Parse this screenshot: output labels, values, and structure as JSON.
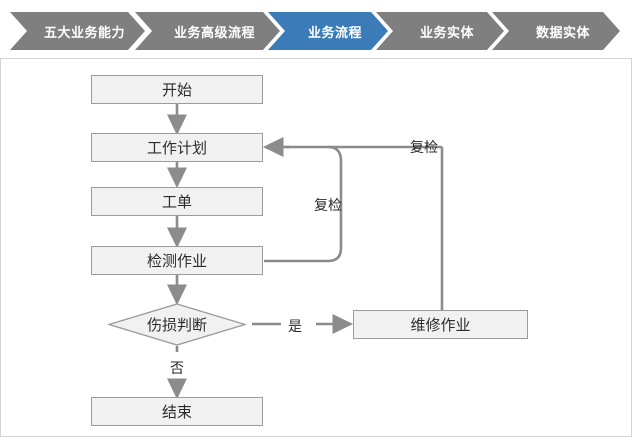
{
  "breadcrumb": {
    "active_color": "#3b7cb8",
    "inactive_color": "#7f7f7f",
    "items": [
      {
        "label": "五大业务能力",
        "active": false
      },
      {
        "label": "业务高级流程",
        "active": false
      },
      {
        "label": "业务流程",
        "active": true
      },
      {
        "label": "业务实体",
        "active": false
      },
      {
        "label": "数据实体",
        "active": false
      }
    ]
  },
  "flowchart": {
    "type": "flowchart",
    "node_fill": "#f1f1f1",
    "node_border": "#9b9b9b",
    "connector_color": "#8c8c8c",
    "nodes": {
      "start": "开始",
      "work_plan": "工作计划",
      "work_order": "工单",
      "inspection": "检测作业",
      "decision": "伤损判断",
      "repair": "维修作业",
      "end": "结束"
    },
    "edge_labels": {
      "recheck_right": "复检",
      "recheck_middle": "复检",
      "yes": "是",
      "no": "否"
    }
  }
}
